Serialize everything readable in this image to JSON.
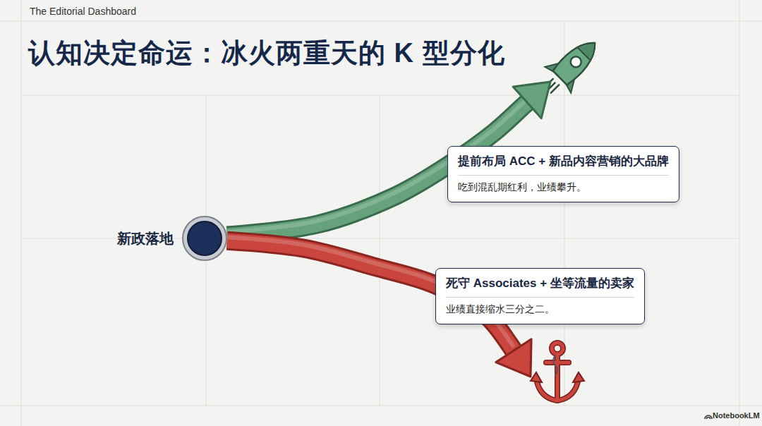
{
  "diagram": {
    "title": "认知决定命运：冰火两重天的 K 型分化",
    "nodes": [
      {
        "text": [
          "新政落地"
        ]
      },
      {
        "text": [
          "提前布局 ACC + 新品内容营销的大品牌",
          "吃到混乱期红利，业绩攀升。"
        ]
      },
      {
        "text": [
          "死守 Associates + 坐等流量的卖家",
          "业绩直接缩水三分之二。"
        ]
      }
    ],
    "edges": [
      {
        "from": 0,
        "to": 1,
        "arrow": "to"
      },
      {
        "from": 0,
        "to": 2,
        "arrow": "to"
      }
    ],
    "labels": [
      "The Editorial Dashboard",
      "NotebookLM"
    ]
  }
}
